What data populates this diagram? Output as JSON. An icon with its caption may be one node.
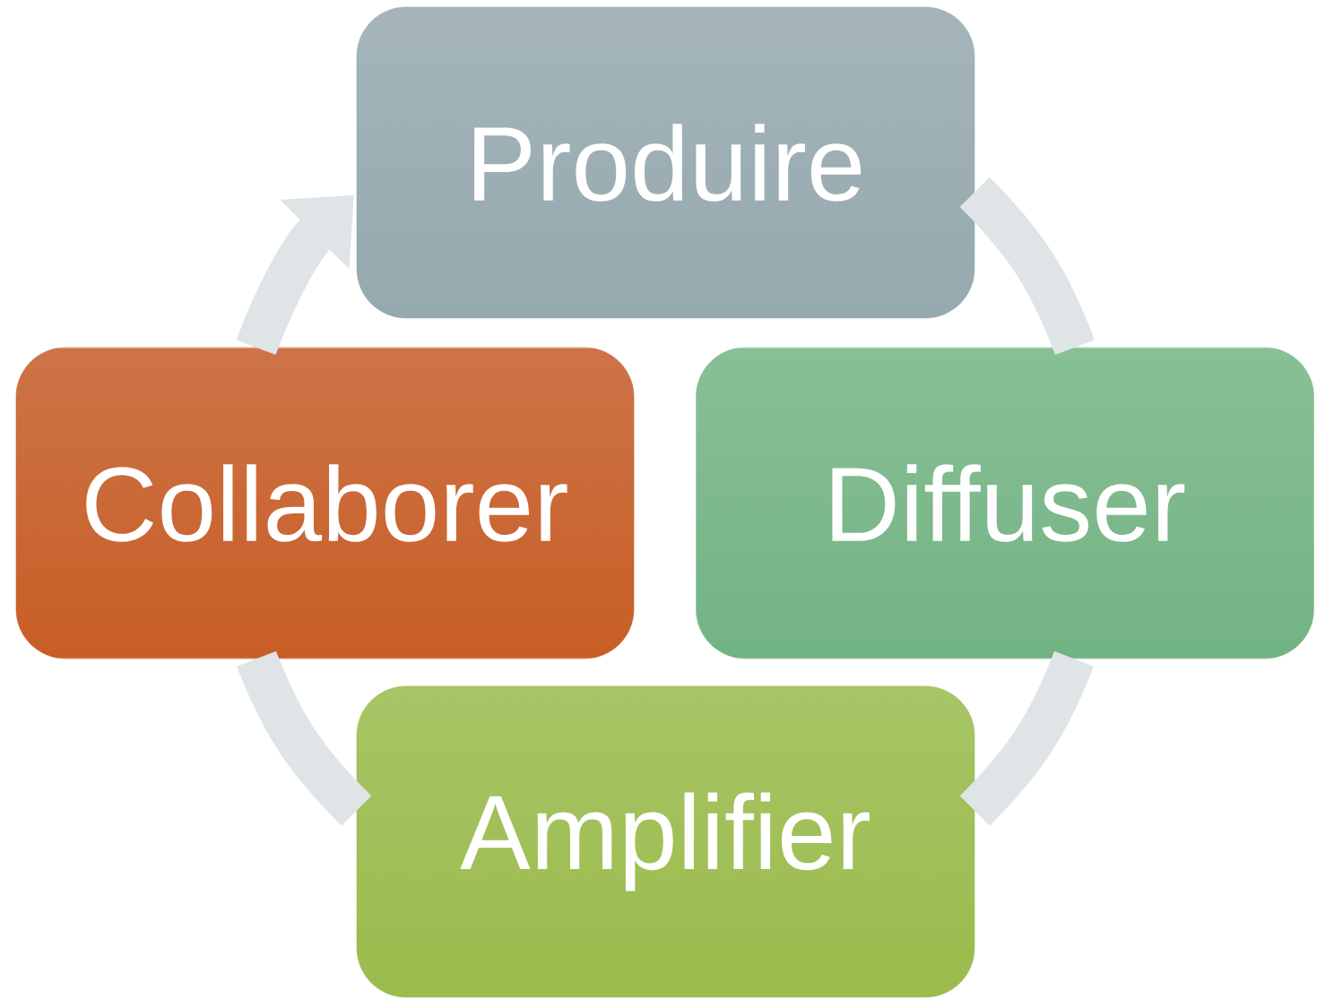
{
  "diagram": {
    "nodes": [
      {
        "text": [
          "Produire"
        ]
      },
      {
        "text": [
          "Collaborer"
        ]
      },
      {
        "text": [
          "Diffuser"
        ]
      },
      {
        "text": [
          "Amplifier"
        ]
      }
    ],
    "edges": [
      {
        "from": 0,
        "to": 2,
        "arrow": "none"
      },
      {
        "from": 2,
        "to": 3,
        "arrow": "none"
      },
      {
        "from": 3,
        "to": 1,
        "arrow": "none"
      },
      {
        "from": 1,
        "to": 0,
        "arrow": "to"
      }
    ]
  }
}
